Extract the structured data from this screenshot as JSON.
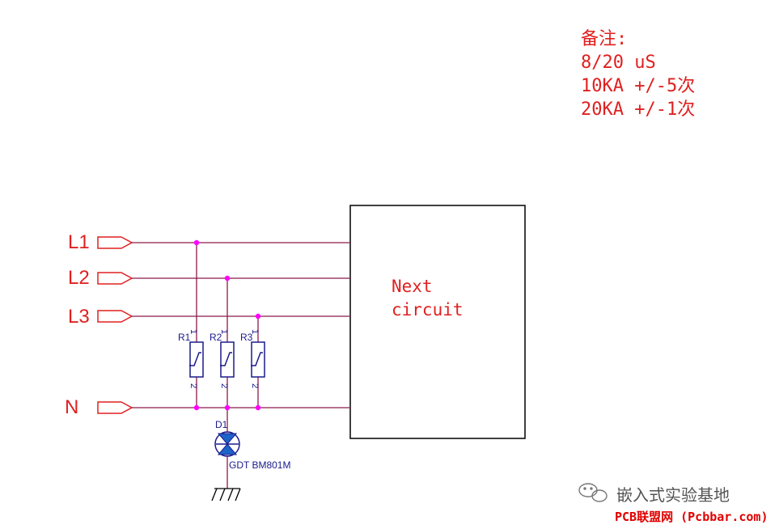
{
  "notes": {
    "title": "备注:",
    "line1": "8/20 uS",
    "line2": "10KA +/-5次",
    "line3": "20KA +/-1次"
  },
  "block": {
    "line1": "Next",
    "line2": "circuit"
  },
  "ports": {
    "l1": "L1",
    "l2": "L2",
    "l3": "L3",
    "n": "N"
  },
  "components": {
    "r1": "R1",
    "r2": "R2",
    "r3": "R3",
    "pin1": "1",
    "pin2": "2",
    "d1": "D1",
    "d1_part": "GDT BM801M"
  },
  "watermark": {
    "text": "嵌入式实验基地",
    "site": "PCB联盟网 (Pcbbar.com)"
  },
  "colors": {
    "wire": "#8c1a4a",
    "junction": "#ff00ff",
    "label": "#e02020",
    "component": "#1a1a8c",
    "diode_fill": "#1e63c8"
  }
}
